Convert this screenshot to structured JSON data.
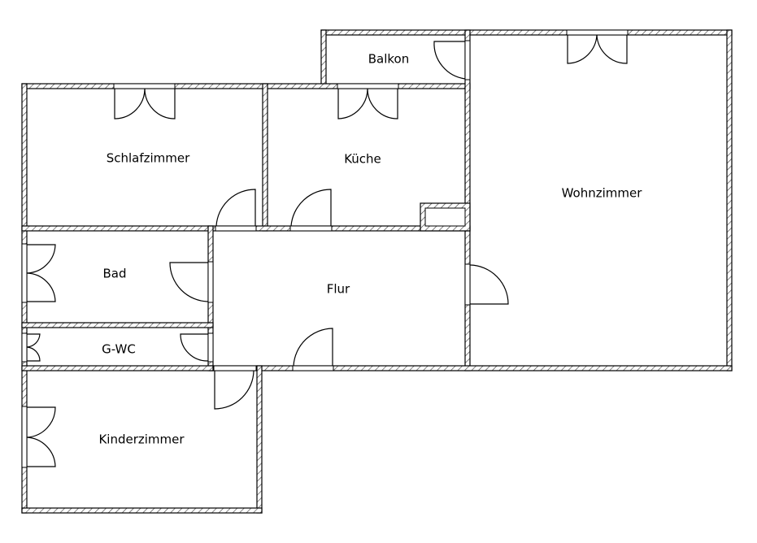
{
  "title": "Floor plan",
  "colors": {
    "wall": "#000000",
    "background": "#ffffff"
  },
  "rooms": {
    "balkon": "Balkon",
    "schlafzimmer": "Schlafzimmer",
    "kueche": "Küche",
    "wohnzimmer": "Wohnzimmer",
    "bad": "Bad",
    "flur": "Flur",
    "gwc": "G-WC",
    "kinderzimmer": "Kinderzimmer"
  }
}
